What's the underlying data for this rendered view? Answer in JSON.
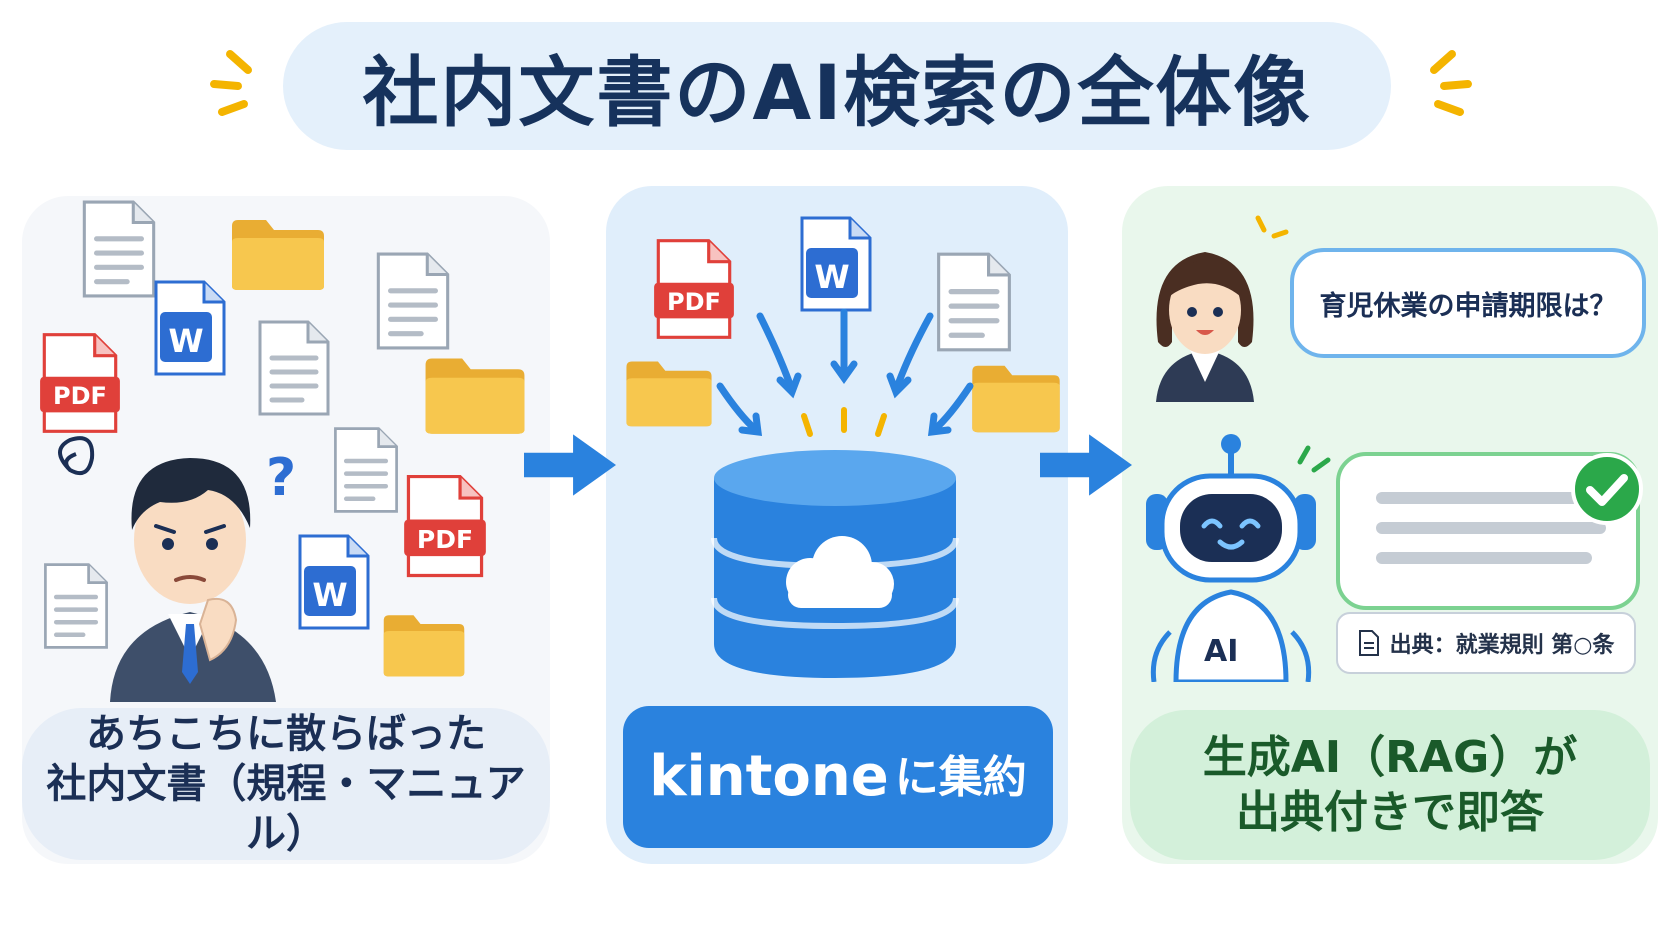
{
  "title": "社内文書のAI検索の全体像",
  "panels": {
    "left": {
      "caption": "あちこちに散らばった\n社内文書（規程・マニュアル）",
      "icons": [
        "pdf-file",
        "word-file",
        "document",
        "folder",
        "person-confused",
        "question-mark"
      ]
    },
    "middle": {
      "caption_brand": "kintone",
      "caption_suffix": "に集約",
      "icons": [
        "pdf-file",
        "word-file",
        "document",
        "folder",
        "database",
        "cloud"
      ]
    },
    "right": {
      "caption": "生成AI（RAG）が\n出典付きで即答",
      "question": "育児休業の申請期限は？",
      "source_label": "出典：就業規則 第○条",
      "robot_badge": "AI",
      "icons": [
        "woman-avatar",
        "robot",
        "check-circle",
        "document"
      ]
    }
  },
  "file_labels": {
    "pdf": "PDF",
    "word": "W"
  },
  "colors": {
    "navy": "#16325c",
    "blue": "#2a82de",
    "pdf_red": "#e0403a",
    "word_blue": "#2d6dd2",
    "folder_yellow": "#f7c74e",
    "green": "#2ba84a",
    "accent_yellow": "#f4b400"
  }
}
